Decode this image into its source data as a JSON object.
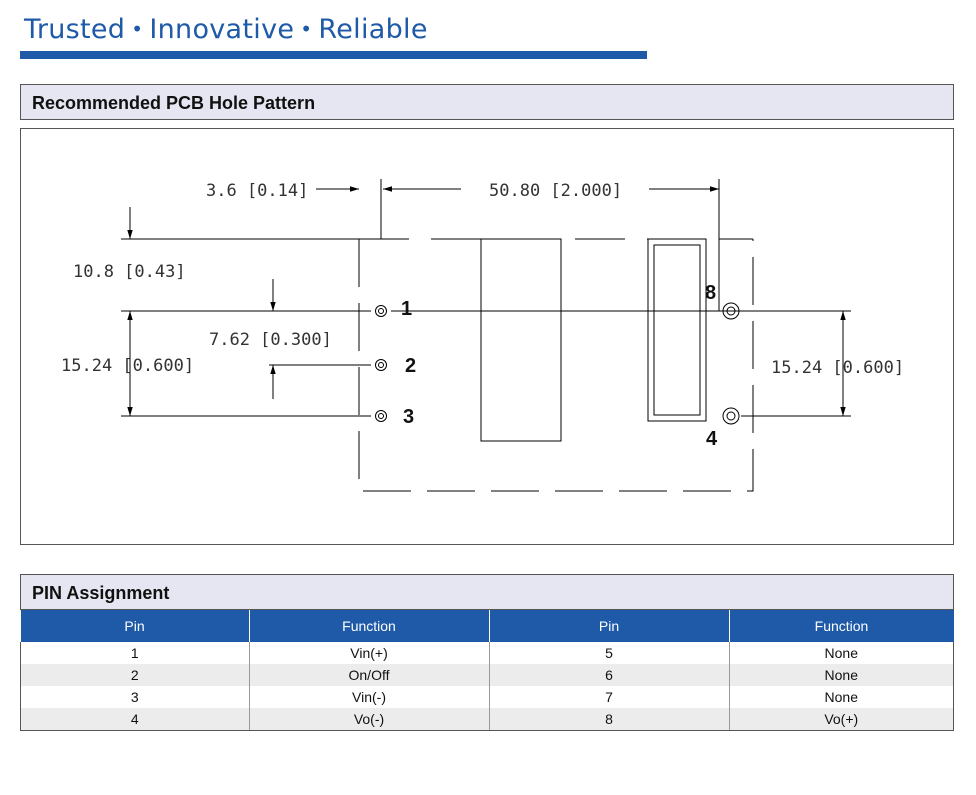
{
  "tagline": {
    "word1": "Trusted",
    "word2": "Innovative",
    "word3": "Reliable",
    "separator": "•"
  },
  "pcb_section": {
    "title": "Recommended PCB Hole Pattern",
    "dims": {
      "d1": "3.6 [0.14]",
      "d2": "50.80 [2.000]",
      "d3": "10.8 [0.43]",
      "d4": "7.62 [0.300]",
      "d5": "15.24 [0.600]",
      "d6": "15.24 [0.600]"
    },
    "pin_labels": {
      "p1": "1",
      "p2": "2",
      "p3": "3",
      "p4": "4",
      "p8": "8"
    }
  },
  "pin_section": {
    "title": "PIN Assignment",
    "headers": [
      "Pin",
      "Function",
      "Pin",
      "Function"
    ],
    "rows": [
      [
        "1",
        "Vin(+)",
        "5",
        "None"
      ],
      [
        "2",
        "On/Off",
        "6",
        "None"
      ],
      [
        "3",
        "Vin(-)",
        "7",
        "None"
      ],
      [
        "4",
        "Vo(-)",
        "8",
        "Vo(+)"
      ]
    ]
  },
  "colors": {
    "brand_blue": "#1e5aa8",
    "header_bg": "#e5e6f1",
    "row_alt": "#ececec"
  }
}
